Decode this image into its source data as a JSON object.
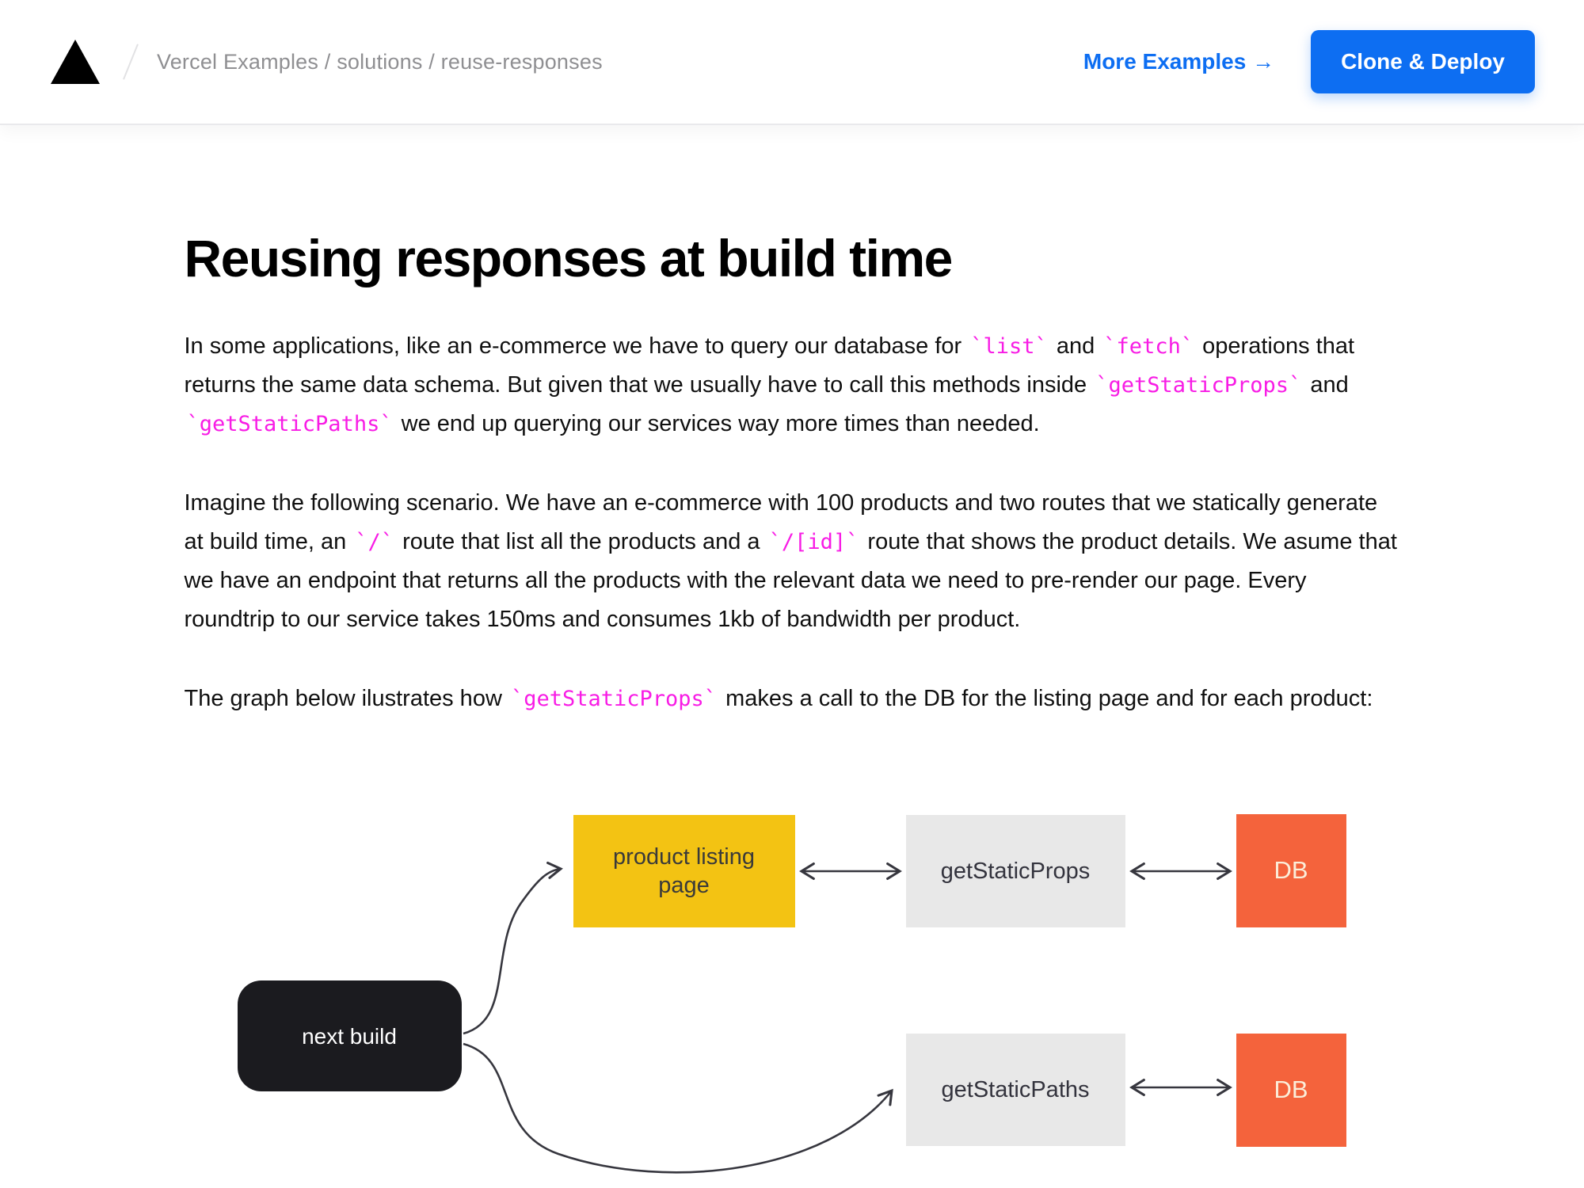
{
  "header": {
    "breadcrumb": "Vercel Examples / solutions / reuse-responses",
    "more_examples_label": "More Examples →",
    "clone_deploy_label": "Clone & Deploy"
  },
  "article": {
    "title": "Reusing responses at build time",
    "paragraphs": [
      [
        {
          "v": "In some applications, like an e-commerce we have to query our database for "
        },
        {
          "c": true,
          "v": "`list`"
        },
        {
          "v": " and "
        },
        {
          "c": true,
          "v": "`fetch`"
        },
        {
          "v": " operations that returns the same data schema. But given that we usually have to call this methods inside "
        },
        {
          "c": true,
          "v": "`getStaticProps`"
        },
        {
          "v": " and "
        },
        {
          "c": true,
          "v": "`getStaticPaths`"
        },
        {
          "v": " we end up querying our services way more times than needed."
        }
      ],
      [
        {
          "v": "Imagine the following scenario. We have an e-commerce with 100 products and two routes that we statically generate at build time, an "
        },
        {
          "c": true,
          "v": "`/`"
        },
        {
          "v": " route that list all the products and a "
        },
        {
          "c": true,
          "v": "`/[id]`"
        },
        {
          "v": " route that shows the product details. We asume that we have an endpoint that returns all the products with the relevant data we need to pre-render our page. Every roundtrip to our service takes 150ms and consumes 1kb of bandwidth per product."
        }
      ],
      [
        {
          "v": "The graph below ilustrates how "
        },
        {
          "c": true,
          "v": "`getStaticProps`"
        },
        {
          "v": " makes a call to the DB for the listing page and for each product:"
        }
      ]
    ]
  },
  "diagram": {
    "nodes": [
      {
        "id": "next-build",
        "label": "next build",
        "color": "#1b1b1f"
      },
      {
        "id": "product-listing-page",
        "label": "product listing page",
        "color": "#f3c313"
      },
      {
        "id": "get-static-props",
        "label": "getStaticProps",
        "color": "#e8e8e8"
      },
      {
        "id": "db-top",
        "label": "DB",
        "color": "#f4633c"
      },
      {
        "id": "get-static-paths",
        "label": "getStaticPaths",
        "color": "#e8e8e8"
      },
      {
        "id": "db-bottom",
        "label": "DB",
        "color": "#f4633c"
      }
    ]
  },
  "colors": {
    "accent_blue": "#0d6ef2",
    "code_pink": "#f81ce5",
    "node_yellow": "#f3c313",
    "node_orange": "#f4633c",
    "node_gray": "#e8e8e8",
    "node_black": "#1b1b1f",
    "arrow": "#36363e"
  }
}
